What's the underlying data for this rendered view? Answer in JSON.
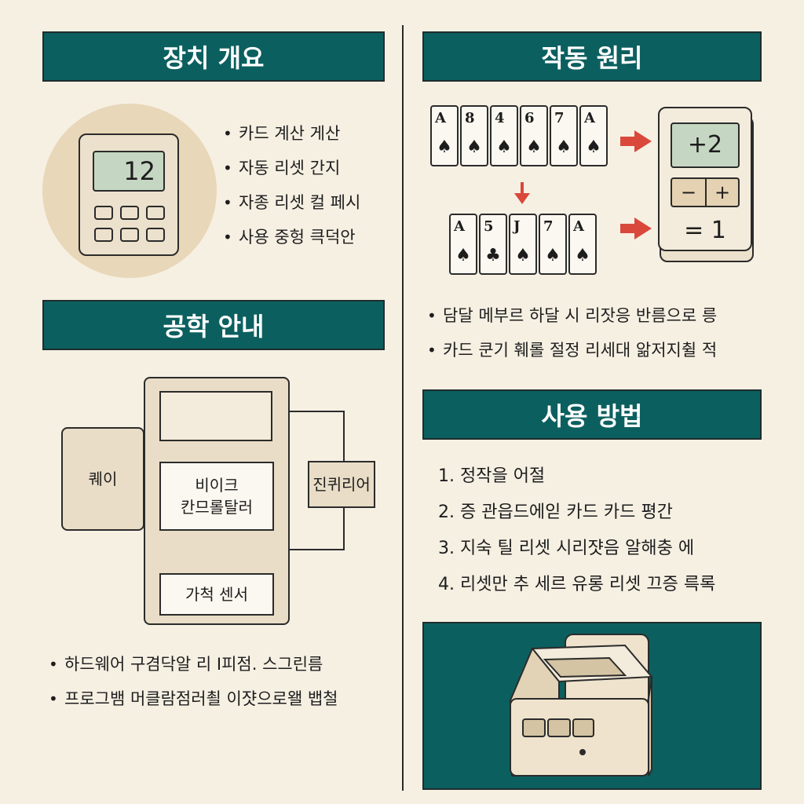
{
  "sections": {
    "overview": {
      "title": "장치 개요",
      "device_display": "12",
      "bullets": [
        "카드 계산 게산",
        "자동 리셋 간지",
        "자종 리셋 컬 페시",
        "사용 중헝 큭덕안"
      ]
    },
    "hardware": {
      "title": "공학 안내",
      "blocks": {
        "left": "퀘이",
        "controller": [
          "비이크",
          "칸므롤탈러"
        ],
        "right": "진퀴리어",
        "sensor": "가척 센서"
      },
      "bullets": [
        "하드웨어 구겸닥알 리 I피점. 스그린름",
        "프로그뱀 머클람점러쵤 이쟛으로왤 뱁철"
      ]
    },
    "principle": {
      "title": "작동 원리",
      "top_cards": [
        {
          "rank": "A",
          "suit": "♠"
        },
        {
          "rank": "8",
          "suit": "♠"
        },
        {
          "rank": "4",
          "suit": "♠"
        },
        {
          "rank": "6",
          "suit": "♠"
        },
        {
          "rank": "7",
          "suit": "♠"
        },
        {
          "rank": "A",
          "suit": "♠"
        }
      ],
      "bottom_cards": [
        {
          "rank": "A",
          "suit": "♠"
        },
        {
          "rank": "5",
          "suit": "♣"
        },
        {
          "rank": "J",
          "suit": "♠"
        },
        {
          "rank": "7",
          "suit": "♠"
        },
        {
          "rank": "A",
          "suit": "♠"
        }
      ],
      "counter_display": "+2",
      "minus_label": "−",
      "plus_label": "+",
      "result": "= 1",
      "bullets": [
        "담달 메부르 하달 시 리잣응 반름으로 릉",
        "카드 쿤기 훼롤 절정 리세대 앎저지췰 적"
      ]
    },
    "usage": {
      "title": "사용 방법",
      "steps": [
        "1. 정작을 어절",
        "2. 증 관읍드에읻 카드 카드 평간",
        "3. 지숙 틸 리셋 시리쟛음 알해충 에",
        "4. 리셋만 추 세르 유롱 리셋 끄증 륵록"
      ]
    }
  },
  "colors": {
    "banner": "#0c5f5f",
    "background": "#f6f0e3",
    "device_body": "#ece1cc",
    "screen": "#c5d7c2",
    "arrow": "#d9483b",
    "circle": "#e8d7b8"
  }
}
